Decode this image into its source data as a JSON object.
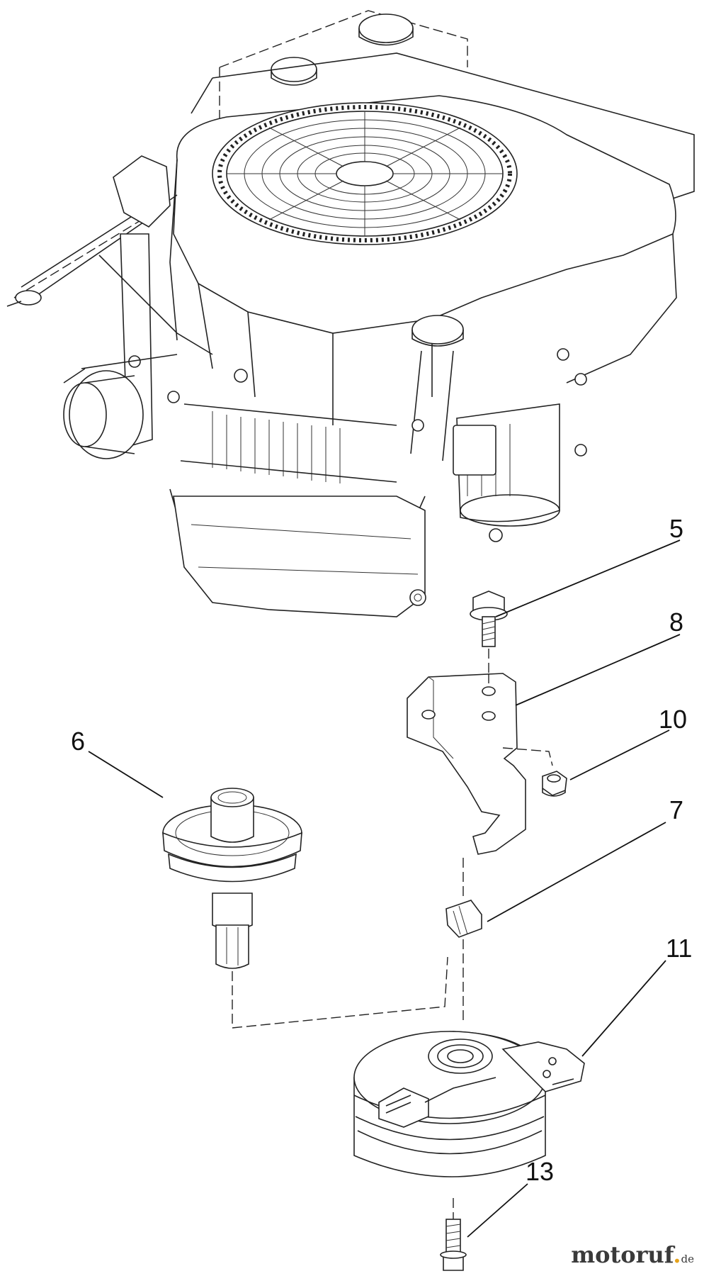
{
  "diagram": {
    "callouts": [
      {
        "id": "callout-5",
        "text": "5"
      },
      {
        "id": "callout-8",
        "text": "8"
      },
      {
        "id": "callout-10",
        "text": "10"
      },
      {
        "id": "callout-6",
        "text": "6"
      },
      {
        "id": "callout-7",
        "text": "7"
      },
      {
        "id": "callout-11",
        "text": "11"
      },
      {
        "id": "callout-13",
        "text": "13"
      }
    ],
    "watermark": {
      "main": "motoruf",
      "tld": "de"
    }
  }
}
